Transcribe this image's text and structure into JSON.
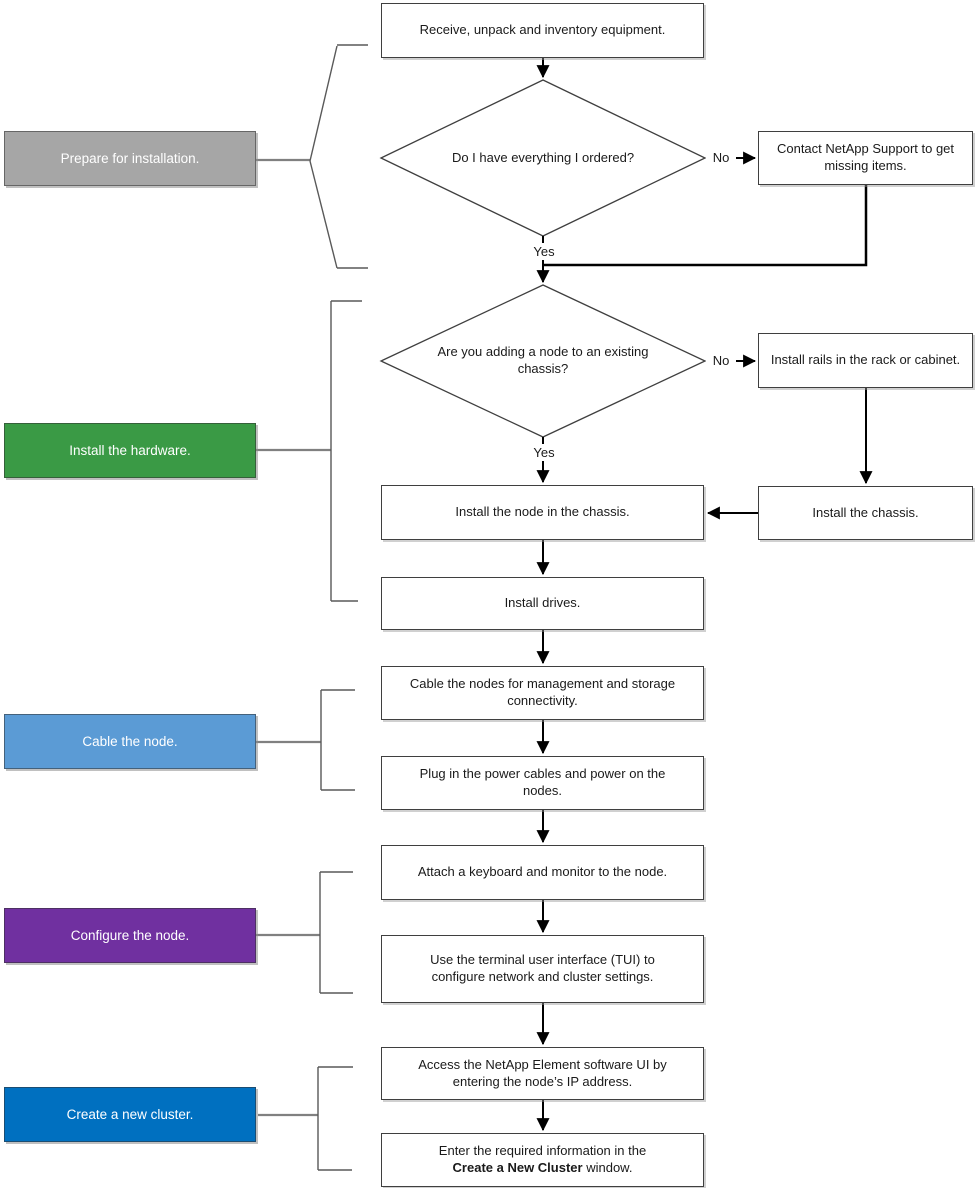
{
  "phases": [
    {
      "label": "Prepare for installation.",
      "color": "#a6a6a6"
    },
    {
      "label": "Install the hardware.",
      "color": "#3a9a45"
    },
    {
      "label": "Cable the node.",
      "color": "#5b9bd5"
    },
    {
      "label": "Configure the node.",
      "color": "#7030a0"
    },
    {
      "label": "Create a new cluster.",
      "color": "#0070c0"
    }
  ],
  "decisions": [
    {
      "question": "Do I have everything I ordered?",
      "yes_label": "Yes",
      "no_label": "No"
    },
    {
      "question": "Are you adding a node to an existing chassis?",
      "yes_label": "Yes",
      "no_label": "No"
    }
  ],
  "steps": {
    "receive": "Receive, unpack and inventory equipment.",
    "contact_support": "Contact NetApp Support to get missing items.",
    "install_rails": "Install rails in the rack or cabinet.",
    "install_chassis": "Install the chassis.",
    "install_node": "Install the node in the chassis.",
    "install_drives": "Install drives.",
    "cable_nodes": "Cable the nodes for management and storage connectivity.",
    "plug_power": "Plug in the power cables and power on the nodes.",
    "attach_keyboard": "Attach a keyboard and monitor to the node.",
    "use_tui": "Use the terminal user interface (TUI) to configure network and cluster settings.",
    "access_ui": "Access the NetApp Element software UI by entering the node’s IP address.",
    "enter_info_prefix": "Enter the required information in the ",
    "enter_info_bold": "Create a New Cluster",
    "enter_info_suffix": " window."
  },
  "connector_colors": {
    "flow_line": "#000000",
    "bracket_line": "#595959",
    "bracket_connector": "#808080",
    "shape_border": "#3f3f3f"
  }
}
